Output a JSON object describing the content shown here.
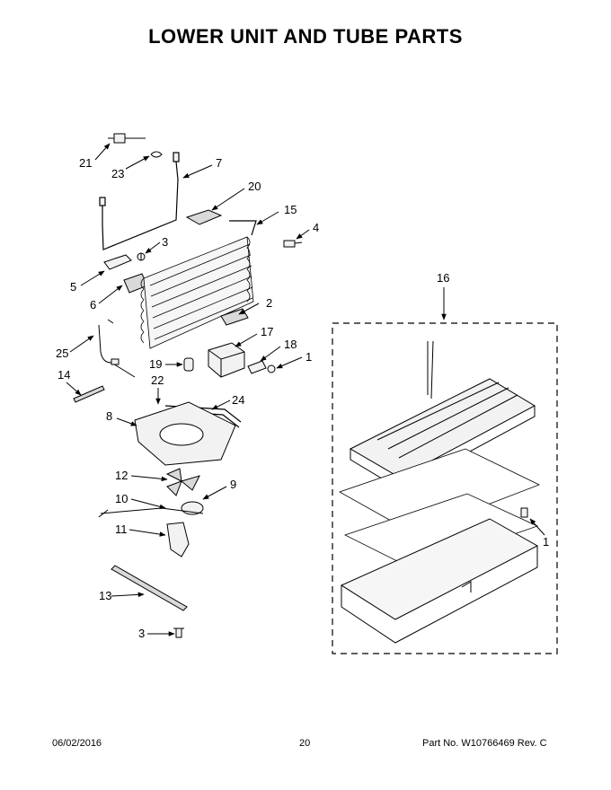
{
  "page": {
    "title": "LOWER UNIT AND TUBE PARTS"
  },
  "callouts": [
    "21",
    "23",
    "7",
    "20",
    "15",
    "4",
    "3",
    "5",
    "6",
    "2",
    "17",
    "18",
    "1",
    "25",
    "19",
    "14",
    "22",
    "24",
    "8",
    "12",
    "9",
    "10",
    "11",
    "13",
    "3",
    "16",
    "1"
  ],
  "footer": {
    "date": "06/02/2016",
    "page_number": "20",
    "part_number": "Part No.  W10766469  Rev.  C"
  },
  "colors": {
    "line": "#000000",
    "fill_light": "#f2f2f2",
    "fill_mid": "#d9d9d9",
    "dashed_border": "#000000"
  }
}
